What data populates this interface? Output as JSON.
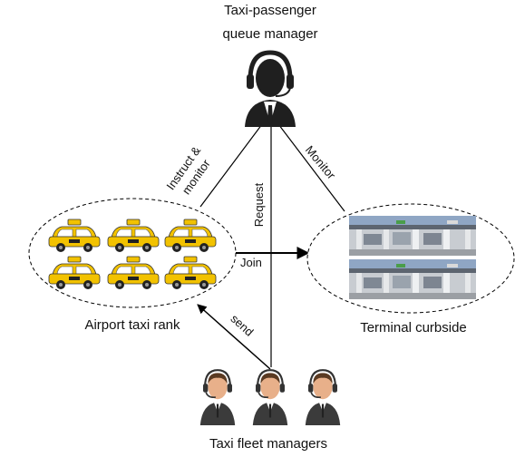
{
  "title_line1": "Taxi-passenger",
  "title_line2": "queue manager",
  "edges": {
    "instruct_line1": "Instruct &",
    "instruct_line2": "monitor",
    "monitor": "Monitor",
    "request": "Request",
    "join": "Join",
    "send": "send"
  },
  "nodes": {
    "taxi_rank": "Airport taxi rank",
    "terminal": "Terminal curbside",
    "fleet": "Taxi fleet managers"
  },
  "colors": {
    "taxi_yellow": "#f2c200",
    "headset_dark": "#1f1f1f",
    "curbside_sky": "#8fa6c4",
    "line": "#000000"
  },
  "icons": [
    "headset-operator-icon",
    "taxi-icon",
    "terminal-photo",
    "fleet-manager-icon"
  ]
}
